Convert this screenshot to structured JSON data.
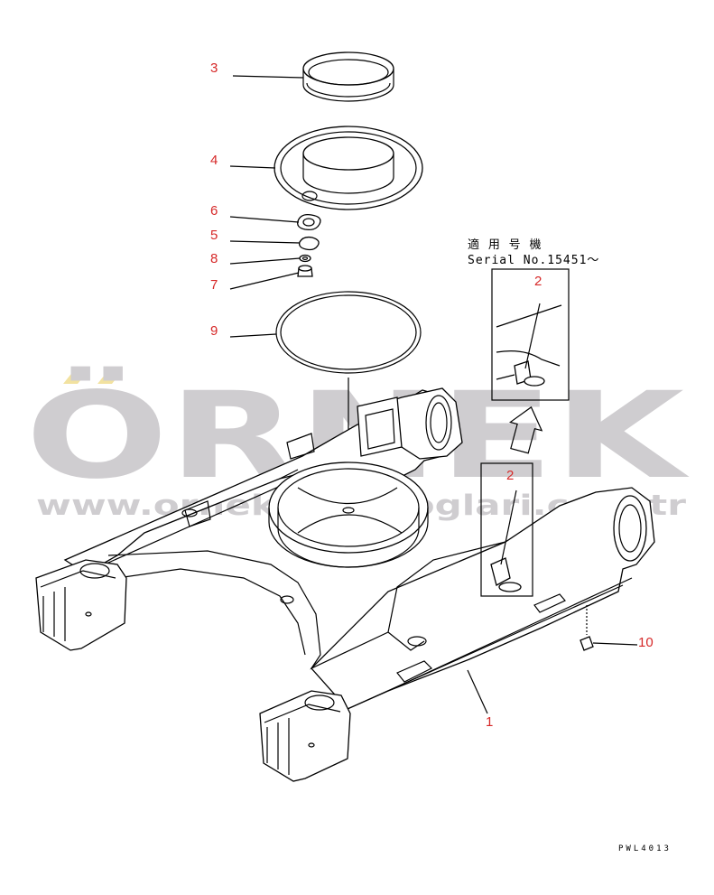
{
  "colors": {
    "callout": "#d62828",
    "line": "#000000",
    "watermark": "#cfcdd0",
    "watermark_accent": "#f2e2a0"
  },
  "watermark": {
    "brand": "ÖRNEK",
    "url": "www.ornekparcaloglari.com.tr"
  },
  "callouts": [
    {
      "id": "3",
      "label": "3"
    },
    {
      "id": "4",
      "label": "4"
    },
    {
      "id": "6",
      "label": "6"
    },
    {
      "id": "5",
      "label": "5"
    },
    {
      "id": "8",
      "label": "8"
    },
    {
      "id": "7",
      "label": "7"
    },
    {
      "id": "9",
      "label": "9"
    },
    {
      "id": "2a",
      "label": "2"
    },
    {
      "id": "2b",
      "label": "2"
    },
    {
      "id": "10",
      "label": "10"
    },
    {
      "id": "1",
      "label": "1"
    }
  ],
  "serial_note": {
    "line1": "適 用 号 機",
    "line2": "Serial No.15451～"
  },
  "drawing_code": "PWL4013"
}
